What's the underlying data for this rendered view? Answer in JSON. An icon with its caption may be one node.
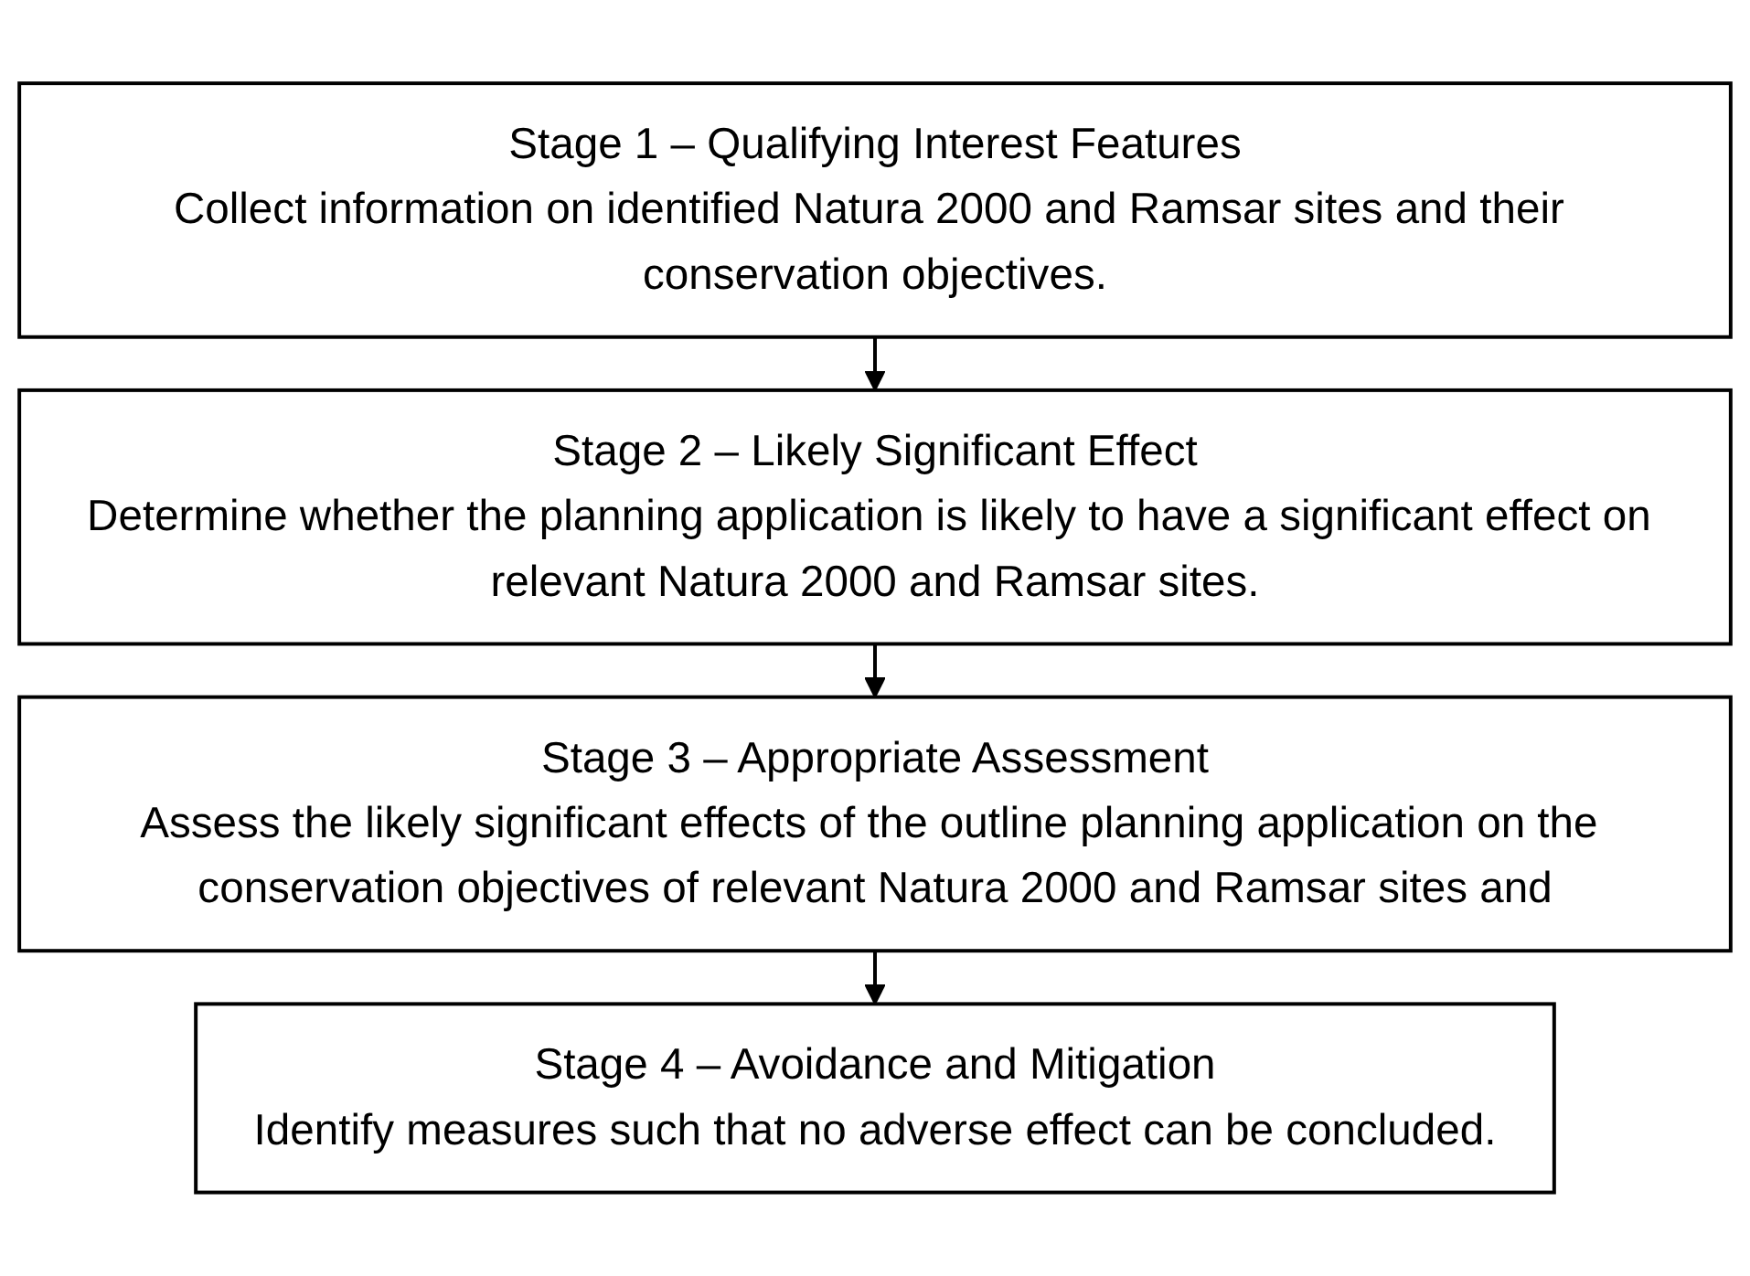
{
  "diagram": {
    "nodes": [
      {
        "text": [
          "Stage 1 – Qualifying Interest Features",
          "Collect information on identified Natura 2000 and Ramsar sites and their conservation objectives."
        ]
      },
      {
        "text": [
          "Stage 2 – Likely Significant Effect",
          "Determine whether the planning application is likely to have a significant effect on relevant Natura 2000 and Ramsar sites."
        ]
      },
      {
        "text": [
          "Stage 3 – Appropriate Assessment",
          "Assess the likely significant effects of the outline planning application on the conservation objectives of relevant Natura 2000 and Ramsar sites and"
        ]
      },
      {
        "text": [
          "Stage 4 – Avoidance and Mitigation",
          "Identify measures such that no adverse effect can be concluded."
        ]
      }
    ],
    "edges": [
      {
        "from": 0,
        "to": 1,
        "arrow": "to"
      },
      {
        "from": 1,
        "to": 2,
        "arrow": "to"
      },
      {
        "from": 2,
        "to": 3,
        "arrow": "to"
      }
    ]
  }
}
